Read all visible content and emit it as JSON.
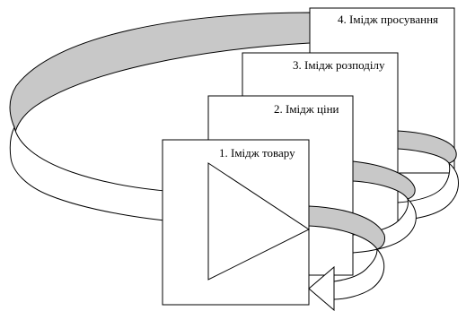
{
  "diagram": {
    "levels": [
      {
        "label": "1. Імідж товару"
      },
      {
        "label": "2. Імідж ціни"
      },
      {
        "label": "3. Імідж розподілу"
      },
      {
        "label": "4. Імідж просування"
      }
    ]
  },
  "colors": {
    "band_shade": "#c8c8c8",
    "stroke": "#000000",
    "fill": "#ffffff"
  }
}
